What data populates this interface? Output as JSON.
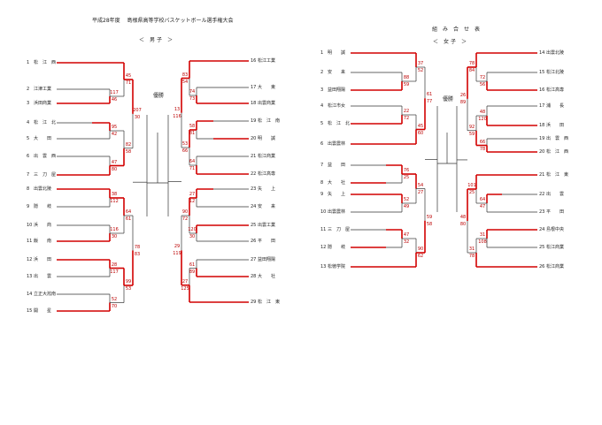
{
  "header": {
    "title": "平成28年度　 島根県高等学校バスケットボール選手権大会",
    "table_title": "組　み　合　せ　表",
    "boys_label": "＜　男 子　＞",
    "girls_label": "＜　女 子　＞",
    "winner_label": "優勝"
  },
  "boys": {
    "left_teams": [
      {
        "num": "1",
        "name": "松　江　西"
      },
      {
        "num": "2",
        "name": "江津工業"
      },
      {
        "num": "3",
        "name": "浜田商業"
      },
      {
        "num": "4",
        "name": "松　江　北"
      },
      {
        "num": "5",
        "name": "大　　田"
      },
      {
        "num": "6",
        "name": "出　雲　西"
      },
      {
        "num": "7",
        "name": "三　刀　屋"
      },
      {
        "num": "8",
        "name": "出雲北陵"
      },
      {
        "num": "9",
        "name": "隠　　岐"
      },
      {
        "num": "10",
        "name": "浜　　商"
      },
      {
        "num": "11",
        "name": "飯　　南"
      },
      {
        "num": "12",
        "name": "浜　　田"
      },
      {
        "num": "13",
        "name": "出　　雲"
      },
      {
        "num": "14",
        "name": "立正大淞南"
      },
      {
        "num": "15",
        "name": "開　　星"
      }
    ],
    "right_teams": [
      {
        "num": "16",
        "name": "松江工業"
      },
      {
        "num": "17",
        "name": "大　　東"
      },
      {
        "num": "18",
        "name": "出雲商業"
      },
      {
        "num": "19",
        "name": "松　江　南"
      },
      {
        "num": "20",
        "name": "明　　誠"
      },
      {
        "num": "21",
        "name": "松江商業"
      },
      {
        "num": "22",
        "name": "松江高専"
      },
      {
        "num": "23",
        "name": "矢　　上"
      },
      {
        "num": "24",
        "name": "安　　来"
      },
      {
        "num": "25",
        "name": "出雲工業"
      },
      {
        "num": "26",
        "name": "平　　田"
      },
      {
        "num": "27",
        "name": "益田翔陽"
      },
      {
        "num": "28",
        "name": "大　　社"
      },
      {
        "num": "29",
        "name": "松　江　東"
      }
    ],
    "scores": [
      "117",
      "46",
      "45",
      "71",
      "95",
      "42",
      "47",
      "80",
      "82",
      "58",
      "207",
      "30",
      "38",
      "112",
      "116",
      "30",
      "64",
      "61",
      "28",
      "117",
      "52",
      "70",
      "99",
      "53",
      "78",
      "83",
      "74",
      "73",
      "83",
      "54",
      "58",
      "81",
      "64",
      "71",
      "53",
      "66",
      "13",
      "116",
      "27",
      "12",
      "120",
      "30",
      "90",
      "72",
      "61",
      "89",
      "27",
      "125",
      "29",
      "119"
    ]
  },
  "girls": {
    "left_teams": [
      {
        "num": "1",
        "name": "明　　誠"
      },
      {
        "num": "2",
        "name": "安　　来"
      },
      {
        "num": "3",
        "name": "益田翔陽"
      },
      {
        "num": "4",
        "name": "松江市女"
      },
      {
        "num": "5",
        "name": "松　江　北"
      },
      {
        "num": "6",
        "name": "出雲農林"
      },
      {
        "num": "7",
        "name": "益　　田"
      },
      {
        "num": "8",
        "name": "大　　社"
      },
      {
        "num": "9",
        "name": "矢　　上"
      },
      {
        "num": "10",
        "name": "出雲農林"
      },
      {
        "num": "11",
        "name": "三　刀　屋"
      },
      {
        "num": "12",
        "name": "隠　　岐"
      },
      {
        "num": "13",
        "name": "松徳学院"
      }
    ],
    "right_teams": [
      {
        "num": "14",
        "name": "出雲北陵"
      },
      {
        "num": "15",
        "name": "松江北陵"
      },
      {
        "num": "16",
        "name": "松江高専"
      },
      {
        "num": "17",
        "name": "浦　　長"
      },
      {
        "num": "18",
        "name": "浜　　田"
      },
      {
        "num": "19",
        "name": "出　雲　西"
      },
      {
        "num": "20",
        "name": "松　江　西"
      },
      {
        "num": "21",
        "name": "松　江　東"
      },
      {
        "num": "22",
        "name": "出　　雲"
      },
      {
        "num": "23",
        "name": "平　　田"
      },
      {
        "num": "24",
        "name": "島根中央"
      },
      {
        "num": "25",
        "name": "松江商業"
      },
      {
        "num": "26",
        "name": "松江商業"
      }
    ],
    "scores": [
      "88",
      "59",
      "37",
      "52",
      "22",
      "72",
      "45",
      "60",
      "61",
      "77",
      "76",
      "25",
      "52",
      "49",
      "54",
      "27",
      "47",
      "32",
      "90",
      "62",
      "59",
      "58",
      "72",
      "56",
      "78",
      "84",
      "48",
      "120",
      "66",
      "78",
      "92",
      "59",
      "26",
      "89",
      "64",
      "47",
      "101",
      "25",
      "31",
      "108",
      "31",
      "78",
      "48",
      "80"
    ]
  }
}
